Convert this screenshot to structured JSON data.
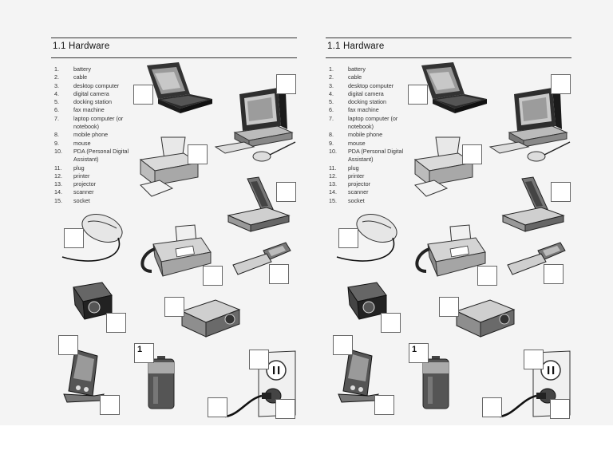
{
  "sheets": [
    {
      "title": "1.1 Hardware",
      "items": [
        {
          "num": "1.",
          "label": "battery"
        },
        {
          "num": "2.",
          "label": "cable"
        },
        {
          "num": "3.",
          "label": "desktop computer"
        },
        {
          "num": "4.",
          "label": "digital camera"
        },
        {
          "num": "5.",
          "label": "docking station"
        },
        {
          "num": "6.",
          "label": "fax machine"
        },
        {
          "num": "7.",
          "label": "laptop computer (or notebook)"
        },
        {
          "num": "8.",
          "label": "mobile phone"
        },
        {
          "num": "9.",
          "label": "mouse"
        },
        {
          "num": "10.",
          "label": "PDA (Personal Digital Assistant)"
        },
        {
          "num": "11.",
          "label": "plug"
        },
        {
          "num": "12.",
          "label": "printer"
        },
        {
          "num": "13.",
          "label": "projector"
        },
        {
          "num": "14.",
          "label": "scanner"
        },
        {
          "num": "15.",
          "label": "socket"
        }
      ],
      "example_answer": "1"
    },
    {
      "title": "1.1 Hardware",
      "items": [
        {
          "num": "1.",
          "label": "battery"
        },
        {
          "num": "2.",
          "label": "cable"
        },
        {
          "num": "3.",
          "label": "desktop computer"
        },
        {
          "num": "4.",
          "label": "digital camera"
        },
        {
          "num": "5.",
          "label": "docking station"
        },
        {
          "num": "6.",
          "label": "fax machine"
        },
        {
          "num": "7.",
          "label": "laptop computer (or notebook)"
        },
        {
          "num": "8.",
          "label": "mobile phone"
        },
        {
          "num": "9.",
          "label": "mouse"
        },
        {
          "num": "10.",
          "label": "PDA (Personal Digital Assistant)"
        },
        {
          "num": "11.",
          "label": "plug"
        },
        {
          "num": "12.",
          "label": "printer"
        },
        {
          "num": "13.",
          "label": "projector"
        },
        {
          "num": "14.",
          "label": "scanner"
        },
        {
          "num": "15.",
          "label": "socket"
        }
      ],
      "example_answer": "1"
    }
  ],
  "icons": [
    "laptop-icon",
    "desktop-computer-icon",
    "printer-icon",
    "scanner-icon",
    "mouse-icon",
    "fax-machine-icon",
    "mobile-phone-icon",
    "digital-camera-icon",
    "projector-icon",
    "pda-icon",
    "battery-icon",
    "socket-icon",
    "plug-icon",
    "cable-icon"
  ]
}
